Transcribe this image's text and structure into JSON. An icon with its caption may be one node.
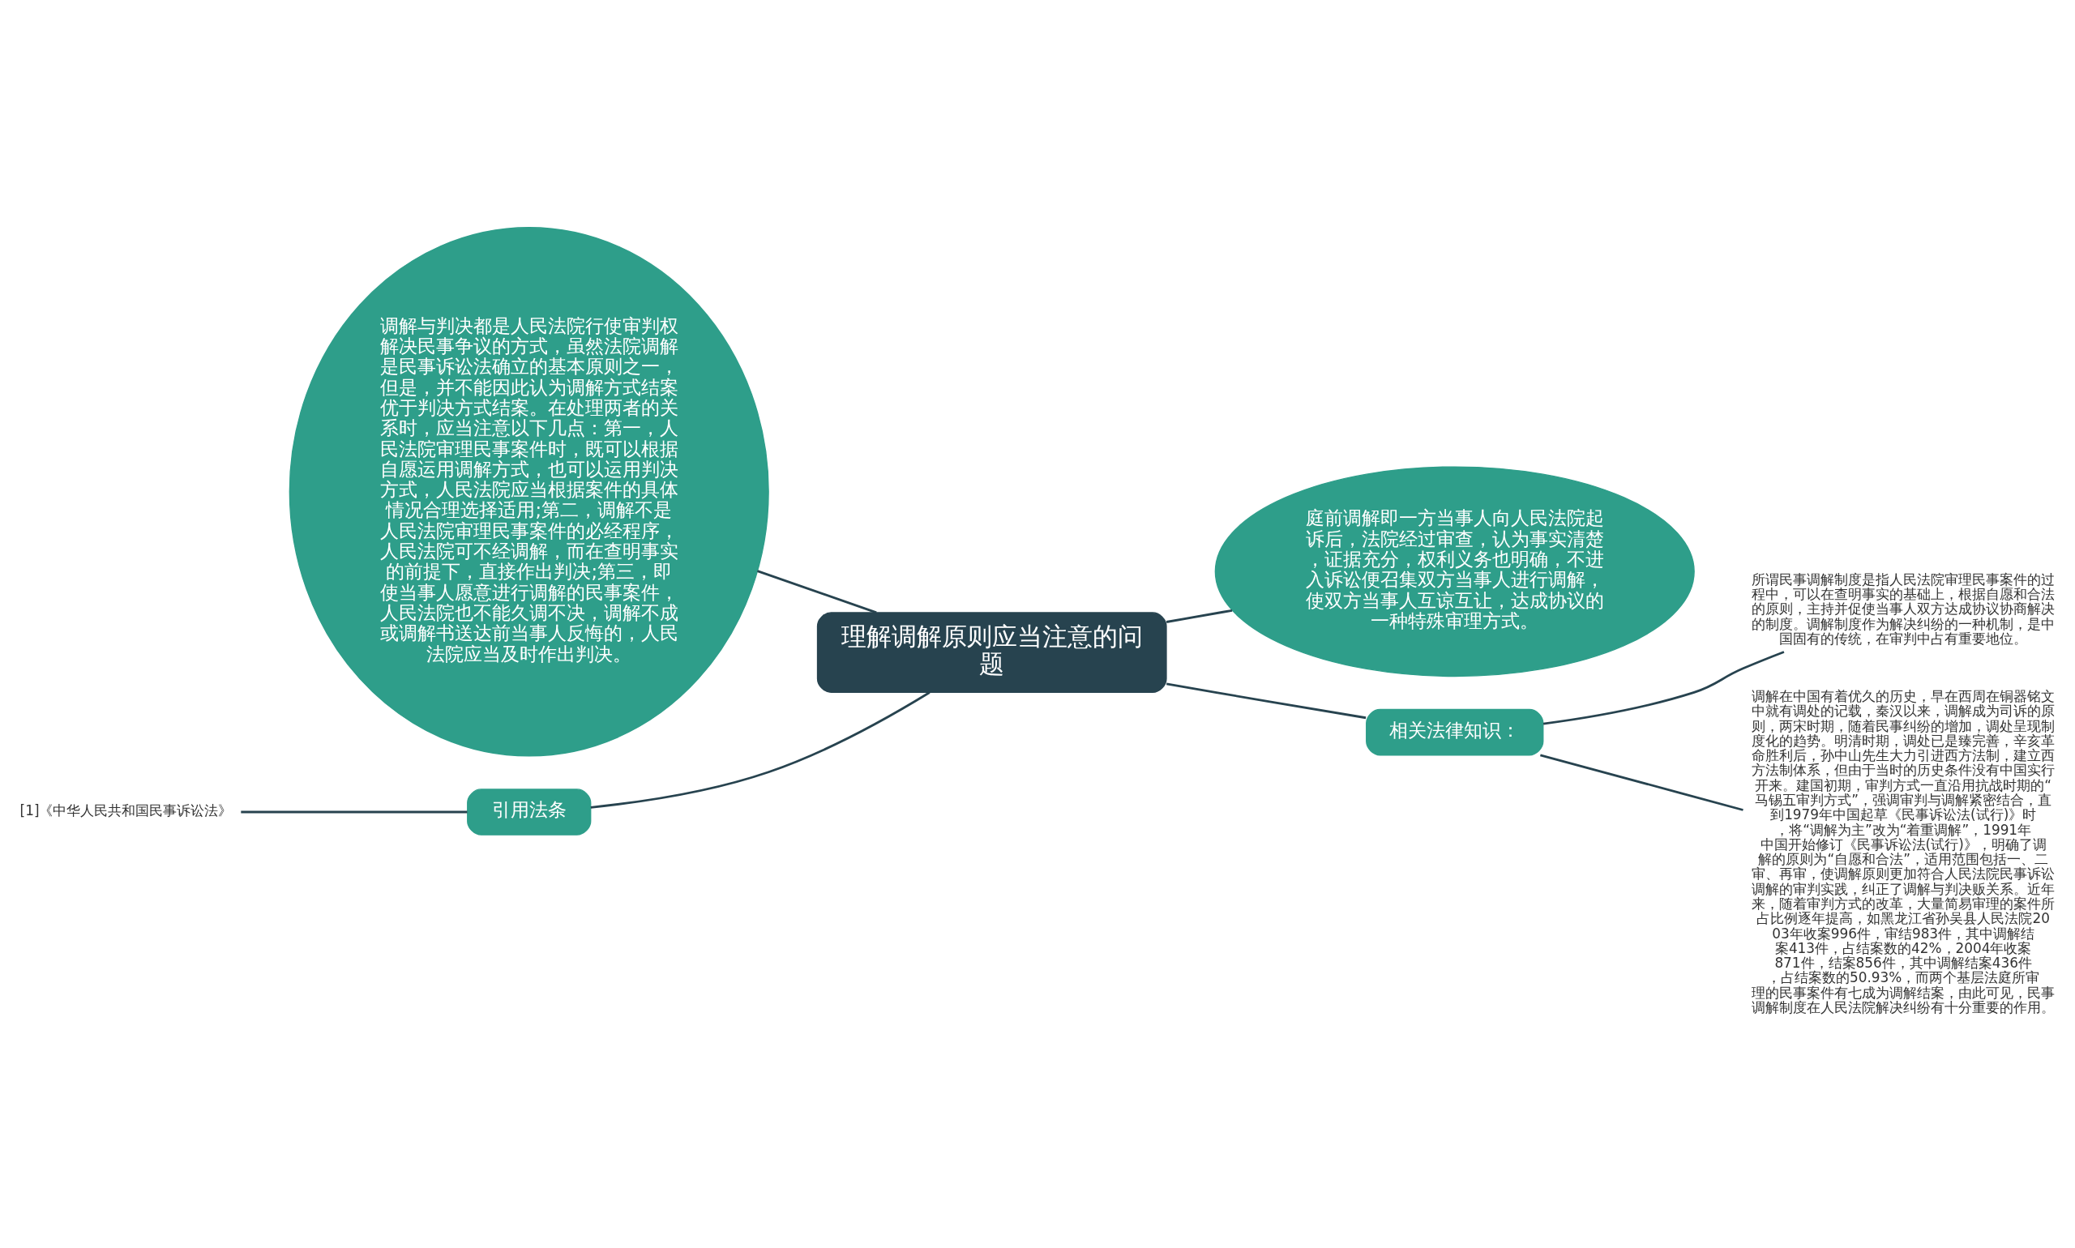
{
  "diagram": {
    "nodes": [
      {
        "text": [
          "理解调解原则应当注意的问题"
        ]
      },
      {
        "text": [
          "调解与判决都是人民法院行使审判权解决民事争议的方式，虽然法院调解是民事诉讼法确立的基本原则之一，但是，并不能因此认为调解方式结案优于判决方式结案。在处理两者的关系时，应当注意以下几点：第一，人民法院审理民事案件时，既可以根据自愿运用调解方式，也可以运用判决方式，人民法院应当根据案件的具体情况合理选择适用;第二，调解不是人民法院审理民事案件的必经程序，人民法院可不经调解，而在查明事实的前提下，直接作出判决;第三，即使当事人愿意进行调解的民事案件，人民法院也不能久调不决，调解不成或调解书送达前当事人反悔的，人民法院应当及时作出判决。"
        ]
      },
      {
        "text": [
          "庭前调解即一方当事人向人民法院起诉后，法院经过审查，认为事实清楚，证据充分，权利义务也明确，不进入诉讼便召集双方当事人进行调解，使双方当事人互谅互让，达成协议的一种特殊审理方式。"
        ]
      },
      {
        "text": [
          "引用法条"
        ]
      },
      {
        "text": [
          "[1]《中华人民共和国民事诉讼法》"
        ]
      },
      {
        "text": [
          "相关法律知识："
        ]
      },
      {
        "text": [
          "所谓民事调解制度是指人民法院审理民事案件的过程中，可以在查明事实的基础上，根据自愿和合法的原则，主持并促使当事人双方达成协议协商解决的制度。调解制度作为解决纠纷的一种机制，是中国固有的传统，在审判中占有重要地位。"
        ]
      },
      {
        "text": [
          "调解在中国有着优久的历史，早在西周在铜器铭文中就有调处的记载，秦汉以来，调解成为司诉的原则，两宋时期，随着民事纠纷的增加，调处呈现制度化的趋势。明清时期，调处已是臻完善，辛亥革命胜利后，孙中山先生大力引进西方法制，建立西方法制体系，但由于当时的历史条件没有中国实行开来。建国初期，审判方式一直沿用抗战时期的“马锡五审判方式”，强调审判与调解紧密结合，直到1979年中国起草《民事诉讼法(试行)》时，将“调解为主”改为“着重调解”，1991年中国开始修订《民事诉讼法(试行)》，明确了调解的原则为“自愿和合法”，适用范围包括一、二审、再审，使调解原则更加符合人民法院民事诉讼调解的审判实践，纠正了调解与判决贩关系。近年来，随着审判方式的改革，大量简易审理的案件所占比例逐年提高，如黑龙江省孙吴县人民法院2003年收案996件，审结983件，其中调解结案413件，占结案数的42%，2004年收案871件，结案856件，其中调解结案436件，占结案数的50.93%，而两个基层法庭所审理的民事案件有七成为调解结案，由此可见，民事调解制度在人民法院解决纠纷有十分重要的作用。"
        ]
      }
    ],
    "edges": [
      {
        "from": 0,
        "to": 1,
        "arrow": "none"
      },
      {
        "from": 0,
        "to": 2,
        "arrow": "none"
      },
      {
        "from": 0,
        "to": 3,
        "arrow": "none"
      },
      {
        "from": 3,
        "to": 4,
        "arrow": "none"
      },
      {
        "from": 0,
        "to": 5,
        "arrow": "none"
      },
      {
        "from": 5,
        "to": 6,
        "arrow": "none"
      },
      {
        "from": 5,
        "to": 7,
        "arrow": "none"
      }
    ]
  }
}
